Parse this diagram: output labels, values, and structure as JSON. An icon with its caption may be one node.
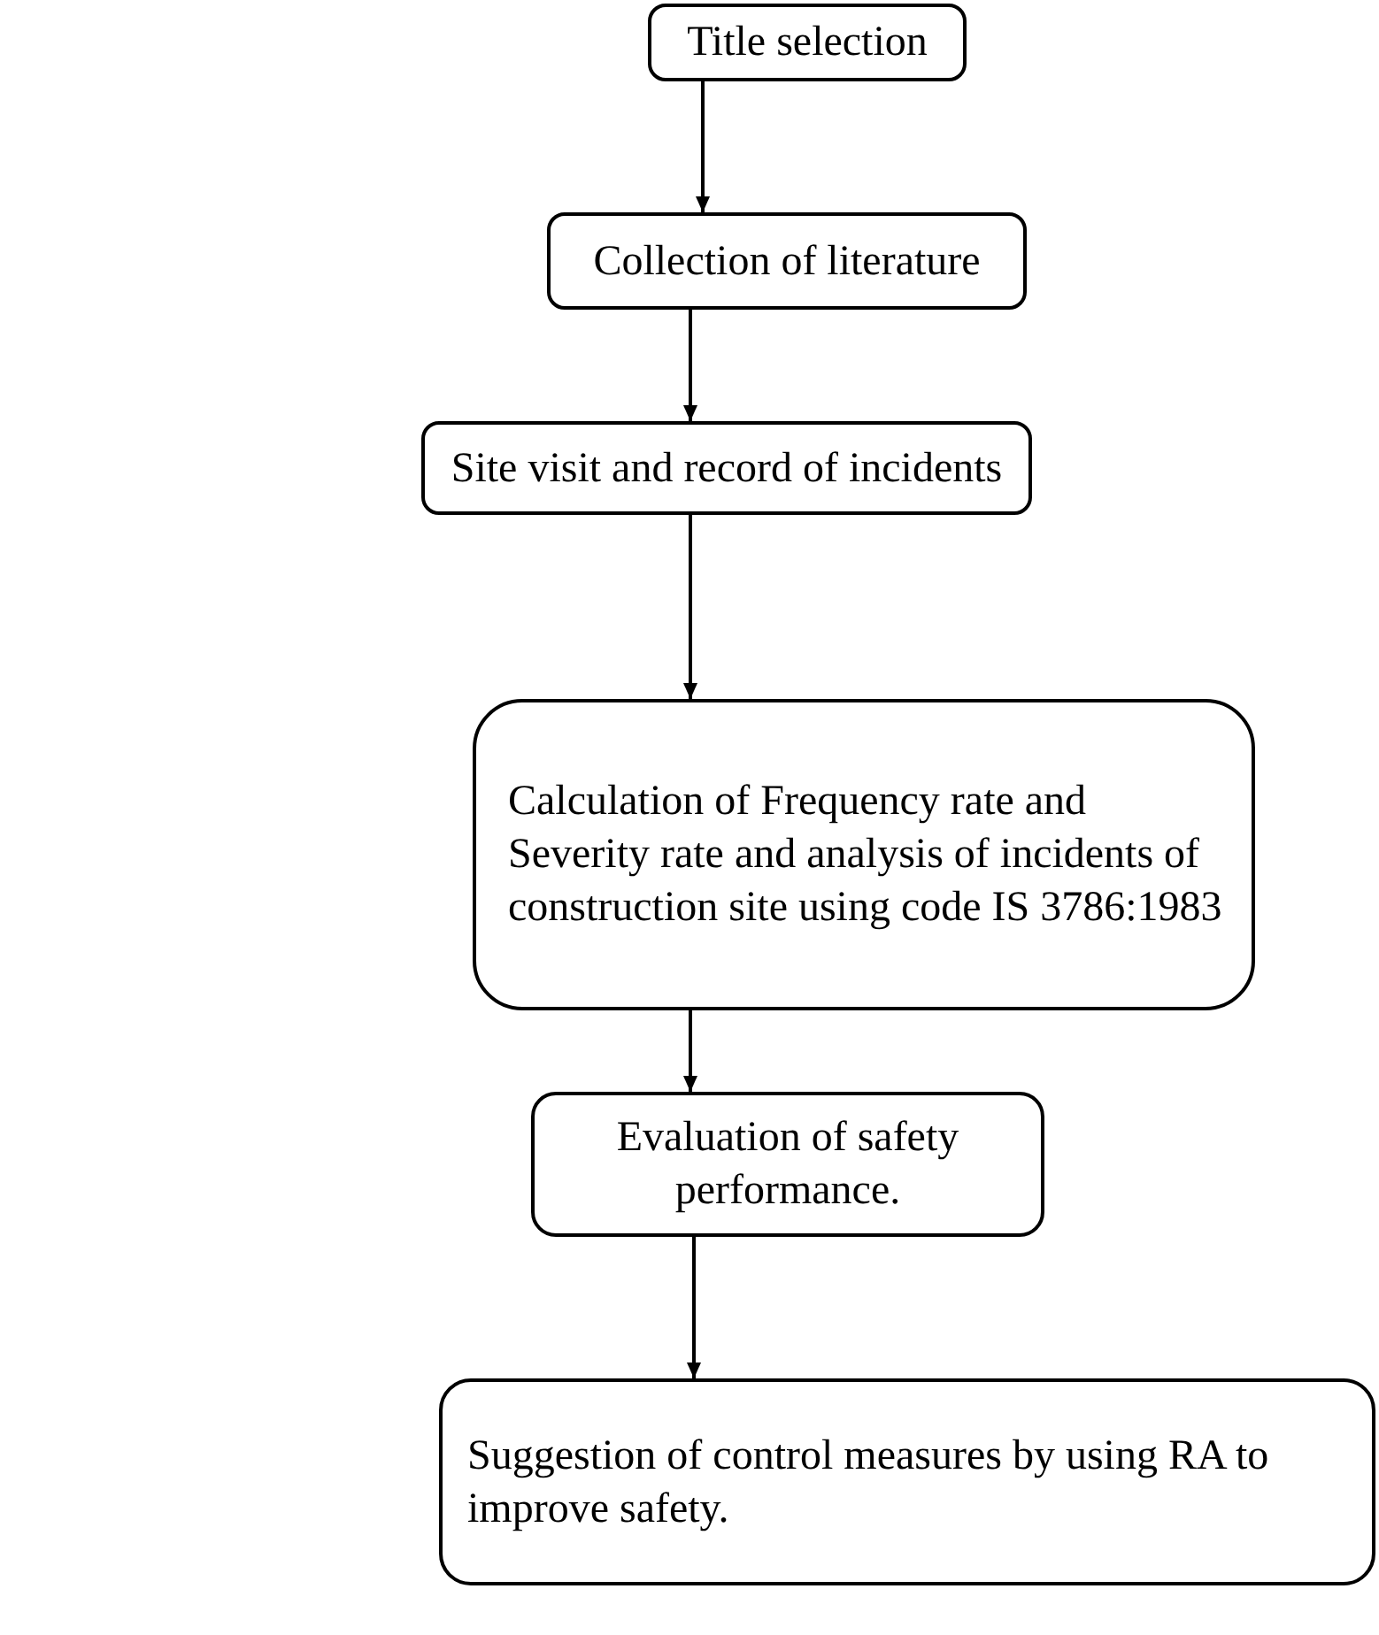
{
  "diagram": {
    "nodes": [
      {
        "text": [
          "Title selection"
        ]
      },
      {
        "text": [
          "Collection of literature"
        ]
      },
      {
        "text": [
          "Site visit and record of incidents"
        ]
      },
      {
        "text": [
          "Calculation of Frequency rate and Severity rate and analysis of incidents of construction site using code IS 3786:1983"
        ]
      },
      {
        "text": [
          "Evaluation of safety performance."
        ]
      },
      {
        "text": [
          "Suggestion of control measures by using RA to improve safety."
        ]
      }
    ],
    "edges": [
      {
        "from": 0,
        "to": 1,
        "arrow": "to"
      },
      {
        "from": 1,
        "to": 2,
        "arrow": "to"
      },
      {
        "from": 2,
        "to": 3,
        "arrow": "to"
      },
      {
        "from": 3,
        "to": 4,
        "arrow": "to"
      },
      {
        "from": 4,
        "to": 5,
        "arrow": "to"
      }
    ]
  }
}
